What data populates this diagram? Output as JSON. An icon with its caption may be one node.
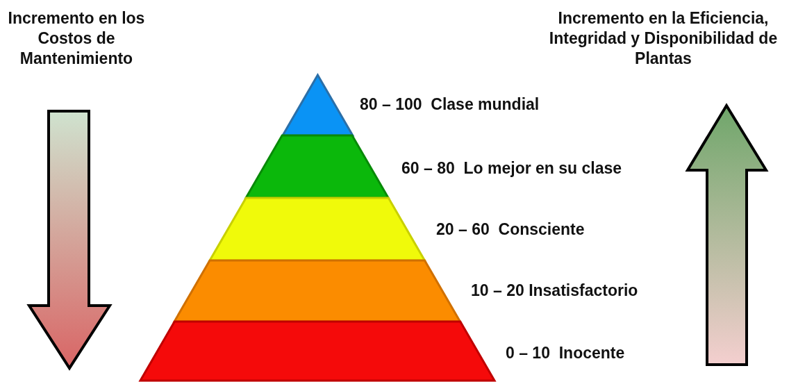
{
  "diagram": {
    "nodes": [
      {
        "text": [],
        "shape": "triangle",
        "beside": [
          "80 – 100  Clase mundial"
        ]
      },
      {
        "text": [],
        "shape": "band",
        "beside": [
          "60 – 80  Lo mejor en su clase"
        ]
      },
      {
        "text": [],
        "shape": "band",
        "beside": [
          "20 – 60  Consciente"
        ]
      },
      {
        "text": [],
        "shape": "band",
        "beside": [
          "10 – 20 Insatisfactorio"
        ]
      },
      {
        "text": [],
        "shape": "band",
        "beside": [
          "0 – 10  Inocente"
        ]
      }
    ],
    "labels": [
      "Incremento en los Costos de Mantenimiento",
      "Incremento en la Eficiencia, Integridad y Disponibilidad de Plantas"
    ]
  }
}
